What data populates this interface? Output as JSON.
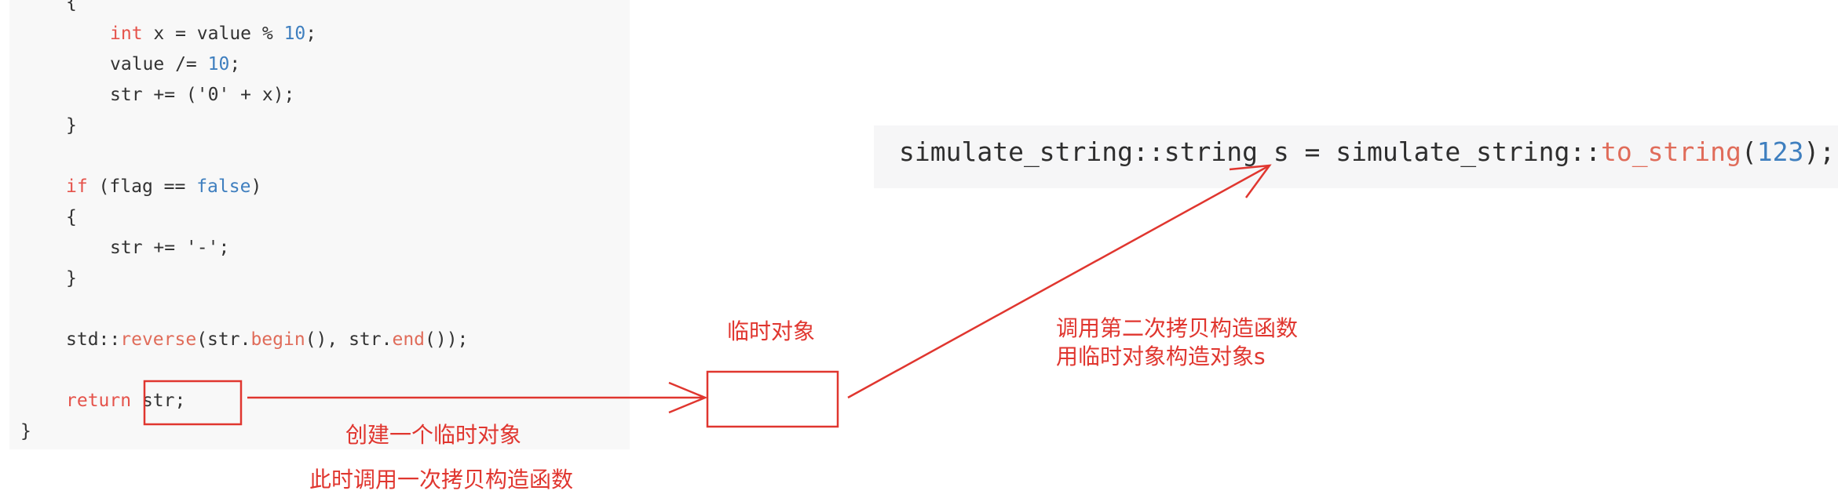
{
  "code": {
    "lines": [
      {
        "t": "{"
      },
      {
        "kw": "int",
        "t": " x = value % ",
        "num": "10",
        "t2": ";"
      },
      {
        "t": "value /= ",
        "num": "10",
        "t2": ";"
      },
      {
        "t": "str += ('0' + x);"
      },
      {
        "t": "}"
      },
      {
        "kw": "if",
        "t": " (flag == ",
        "bool": "false",
        "t2": ")"
      },
      {
        "t": "{"
      },
      {
        "t": "str += '-';"
      },
      {
        "t": "}"
      },
      {
        "t": "std::",
        "fn": "reverse",
        "t2": "(str.",
        "fn2": "begin",
        "t3": "(), str.",
        "fn3": "end",
        "t4": "());"
      },
      {
        "kw": "return",
        "t": " str;"
      },
      {
        "t": "}"
      }
    ]
  },
  "snippet": {
    "prefix": "simulate_string::string s = simulate_string::",
    "func": "to_string",
    "open": "(",
    "arg": "123",
    "close": ");"
  },
  "annotations": {
    "temp_object": "临时对象",
    "create_temp": "创建一个临时对象",
    "first_copy": "此时调用一次拷贝构造函数",
    "second_copy_line1": "调用第二次拷贝构造函数",
    "second_copy_line2": "用临时对象构造对象s"
  },
  "colors": {
    "annotation": "#e0362f",
    "keyword": "#e5534b",
    "number": "#3f7fbf"
  }
}
